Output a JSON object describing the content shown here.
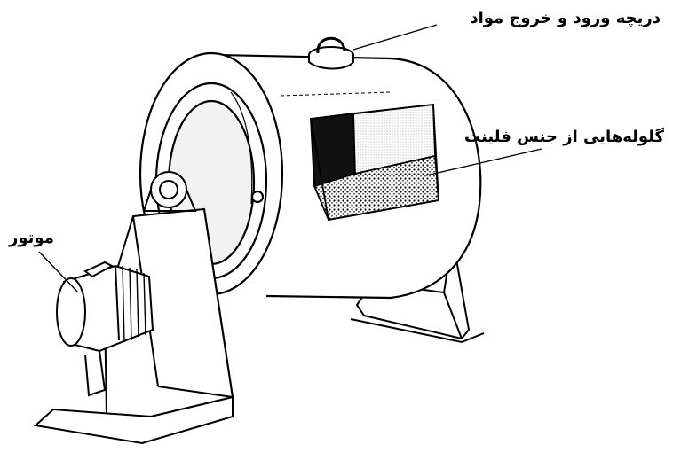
{
  "labels": {
    "door": "دریچه ورود و خروج مواد",
    "balls": "گلوله‌هایی از جنس فلینت",
    "motor": "موتور"
  },
  "colors": {
    "ink": "#000000",
    "paper": "#ffffff",
    "fill_light": "#d9d9d9",
    "fill_dark": "#111111"
  }
}
